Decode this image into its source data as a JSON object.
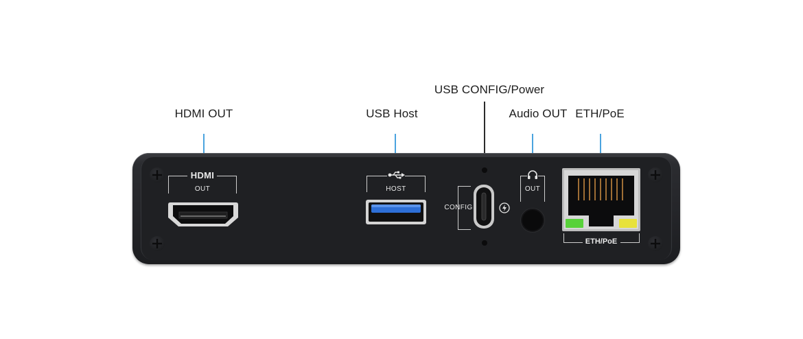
{
  "callouts": {
    "hdmi_out": "HDMI OUT",
    "usb_host": "USB Host",
    "usb_config_power": "USB CONFIG/Power",
    "audio_out": "Audio OUT",
    "eth_poe": "ETH/PoE"
  },
  "panel_labels": {
    "hdmi_title": "HDMI",
    "hdmi_sub": "OUT",
    "usb_sub": "HOST",
    "config": "CONFIG",
    "audio_sub": "OUT",
    "eth": "ETH/PoE"
  },
  "colors": {
    "leader_line": "#4aa3df",
    "usb3_blue": "#2e6fd6",
    "led_green": "#58d23a",
    "led_yellow": "#e8e23a"
  },
  "icons": [
    "usb-icon",
    "lightning-icon",
    "headphones-icon",
    "screw-icon"
  ]
}
